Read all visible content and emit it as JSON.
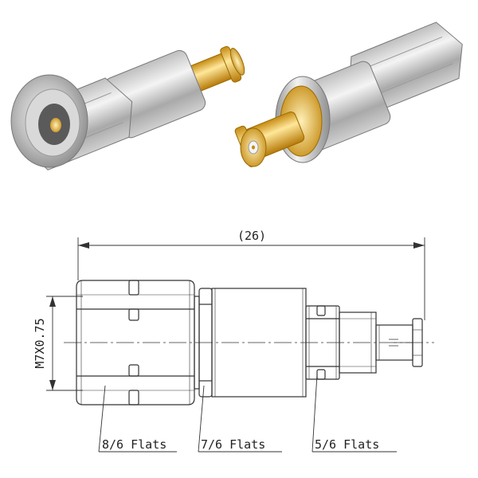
{
  "photos": {
    "left": "connector-photo-jack-side",
    "right": "connector-photo-smp-side"
  },
  "drawing": {
    "overall_length": "(26)",
    "thread": "M7X0.75",
    "callouts": [
      {
        "label": "8/6 Flats"
      },
      {
        "label": "7/6 Flats"
      },
      {
        "label": "5/6 Flats"
      }
    ]
  },
  "colors": {
    "steel_light": "#e8e8e8",
    "steel_dark": "#8d8d8d",
    "gold_light": "#f6d77a",
    "gold_dark": "#b8860b",
    "line": "#333333"
  }
}
